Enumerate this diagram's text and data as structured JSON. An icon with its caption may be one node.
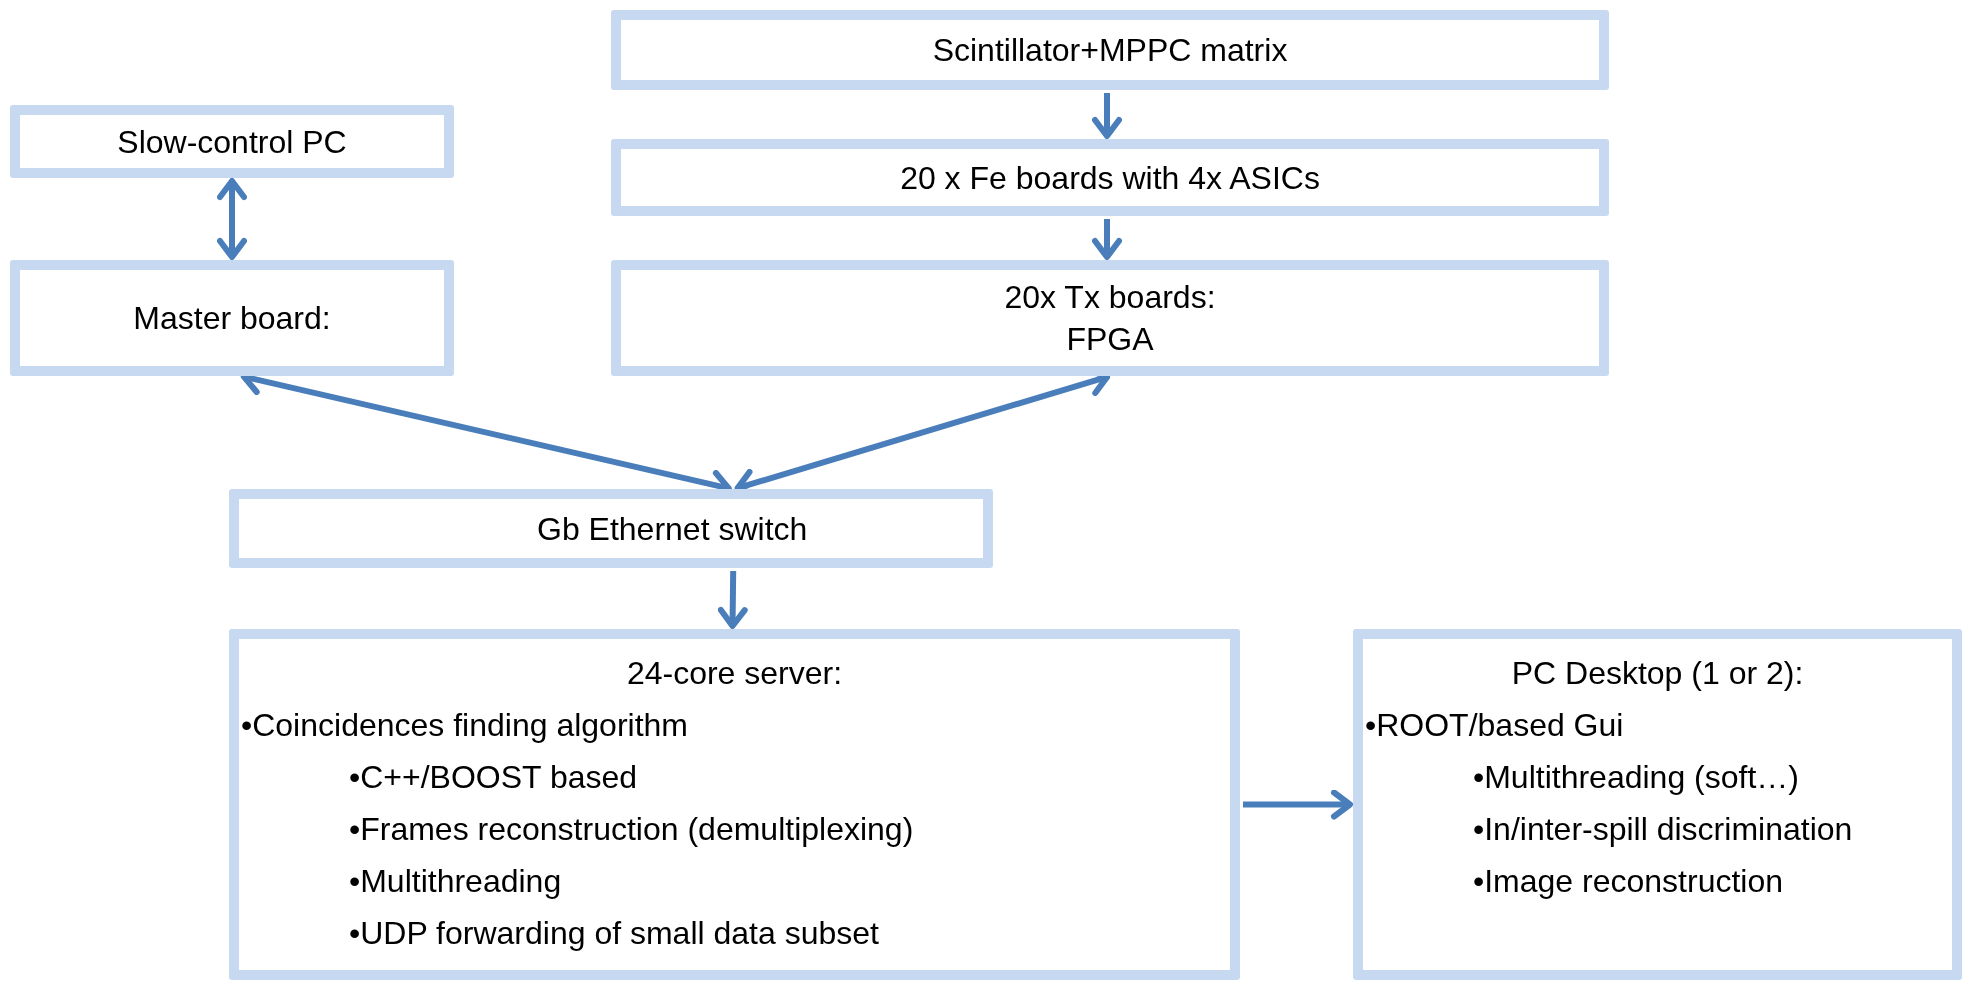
{
  "diagram": {
    "nodes": [
      {
        "text": [
          "Scintillator+MPPC matrix"
        ]
      },
      {
        "text": [
          "Slow-control PC"
        ]
      },
      {
        "text": [
          "20 x Fe boards with 4x ASICs"
        ]
      },
      {
        "text": [
          "Master board:"
        ]
      },
      {
        "text": [
          "20x Tx boards:",
          "FPGA"
        ]
      },
      {
        "text": [
          "Gb Ethernet switch"
        ]
      },
      {
        "text": [
          "24-core server:",
          "•Coincidences finding algorithm",
          "•C++/BOOST based",
          "•Frames reconstruction (demultiplexing)",
          "•Multithreading",
          "•UDP forwarding of small data subset"
        ]
      },
      {
        "text": [
          "PC Desktop (1 or 2):",
          "•ROOT/based Gui",
          "•Multithreading (soft…)",
          "•In/inter-spill discrimination",
          "•Image reconstruction"
        ]
      }
    ],
    "edges": [
      {
        "from": 0,
        "to": 2,
        "arrow": "to"
      },
      {
        "from": 1,
        "to": 3,
        "arrow": "both"
      },
      {
        "from": 2,
        "to": 4,
        "arrow": "to"
      },
      {
        "from": 3,
        "to": 5,
        "arrow": "both"
      },
      {
        "from": 4,
        "to": 5,
        "arrow": "both"
      },
      {
        "from": 5,
        "to": 6,
        "arrow": "to"
      },
      {
        "from": 6,
        "to": 7,
        "arrow": "to"
      }
    ]
  }
}
